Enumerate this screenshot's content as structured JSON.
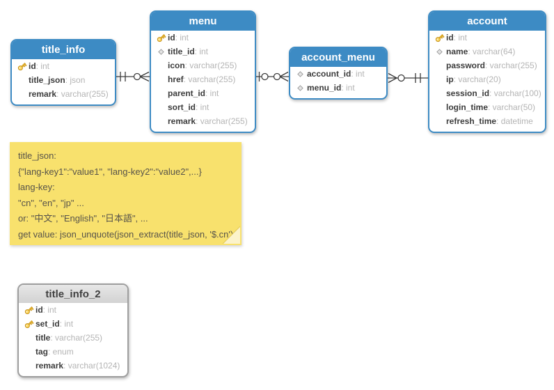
{
  "diagram": {
    "tables": [
      {
        "name": "title_info",
        "variant": "blue",
        "fields": [
          {
            "icon": "key",
            "name": "id",
            "type": "int"
          },
          {
            "icon": "",
            "name": "title_json",
            "type": "json"
          },
          {
            "icon": "",
            "name": "remark",
            "type": "varchar(255)"
          }
        ]
      },
      {
        "name": "menu",
        "variant": "blue",
        "fields": [
          {
            "icon": "key",
            "name": "id",
            "type": "int"
          },
          {
            "icon": "diamond",
            "name": "title_id",
            "type": "int"
          },
          {
            "icon": "",
            "name": "icon",
            "type": "varchar(255)"
          },
          {
            "icon": "",
            "name": "href",
            "type": "varchar(255)"
          },
          {
            "icon": "",
            "name": "parent_id",
            "type": "int"
          },
          {
            "icon": "",
            "name": "sort_id",
            "type": "int"
          },
          {
            "icon": "",
            "name": "remark",
            "type": "varchar(255)"
          }
        ]
      },
      {
        "name": "account_menu",
        "variant": "blue",
        "fields": [
          {
            "icon": "diamond",
            "name": "account_id",
            "type": "int"
          },
          {
            "icon": "diamond",
            "name": "menu_id",
            "type": "int"
          }
        ]
      },
      {
        "name": "account",
        "variant": "blue",
        "fields": [
          {
            "icon": "key",
            "name": "id",
            "type": "int"
          },
          {
            "icon": "diamond",
            "name": "name",
            "type": "varchar(64)"
          },
          {
            "icon": "",
            "name": "password",
            "type": "varchar(255)"
          },
          {
            "icon": "",
            "name": "ip",
            "type": "varchar(20)"
          },
          {
            "icon": "",
            "name": "session_id",
            "type": "varchar(100)"
          },
          {
            "icon": "",
            "name": "login_time",
            "type": "varchar(50)"
          },
          {
            "icon": "",
            "name": "refresh_time",
            "type": "datetime"
          }
        ]
      },
      {
        "name": "title_info_2",
        "variant": "gray",
        "fields": [
          {
            "icon": "key",
            "name": "id",
            "type": "int"
          },
          {
            "icon": "key",
            "name": "set_id",
            "type": "int"
          },
          {
            "icon": "",
            "name": "title",
            "type": "varchar(255)"
          },
          {
            "icon": "",
            "name": "tag",
            "type": "enum"
          },
          {
            "icon": "",
            "name": "remark",
            "type": "varchar(1024)"
          }
        ]
      }
    ],
    "type_separator": ": ",
    "note": {
      "lines": [
        "title_json:",
        "{\"lang-key1\":\"value1\", \"lang-key2\":\"value2\",...}",
        "lang-key:",
        "\"cn\", \"en\", \"jp\" ...",
        "or: \"中文\", \"English\", \"日本語\", ...",
        "get value: json_unquote(json_extract(title_json, '$.cn')"
      ]
    },
    "relationships": [
      {
        "from": "title_info",
        "to": "menu",
        "from_end": "exactly-one",
        "to_end": "zero-or-many"
      },
      {
        "from": "menu",
        "to": "account_menu",
        "from_end": "one-optional",
        "to_end": "zero-or-many"
      },
      {
        "from": "account_menu",
        "to": "account",
        "from_end": "zero-or-many",
        "to_end": "exactly-one"
      }
    ],
    "colors": {
      "table_blue": "#3d8bc4",
      "table_gray_border": "#9e9e9e",
      "table_gray_header": "#dcdcdc",
      "note_bg": "#f8e16d",
      "note_fold": "#fcf3cb",
      "connector": "#3a3a3a",
      "field_name": "#3c3c3c",
      "field_type": "#b4b4b4"
    }
  }
}
